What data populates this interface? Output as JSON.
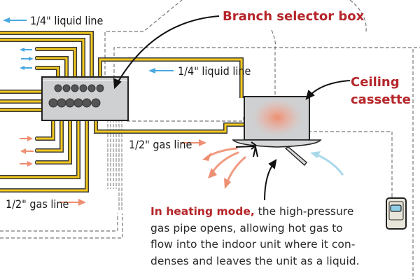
{
  "labels": {
    "top_liquid_line": "1/4\" liquid line",
    "mid_liquid_line": "1/4\" liquid line",
    "mid_gas_line": "1/2\" gas line",
    "bottom_gas_line": "1/2\" gas line",
    "branch_selector_box": "Branch selector box",
    "ceiling_cassette_line1": "Ceiling",
    "ceiling_cassette_line2": "cassette"
  },
  "description": {
    "highlight": "In heating mode,",
    "line1_rest": " the high-pressure",
    "line2": "gas pipe opens, allowing hot gas to",
    "line3": "flow into the indoor unit where it con-",
    "line4": "denses and leaves the unit as a liquid."
  },
  "colors": {
    "pipe_yellow": "#f2c81e",
    "pipe_outline": "#3a3a3a",
    "box_gray": "#cfd0d2",
    "label_red": "#b5262a",
    "cold_arrow_blue": "#4aa8e0",
    "hot_arrow_salmon": "#ef8f72",
    "return_air_blue": "#a8d8ea",
    "thermostat_screen": "#8fcde6"
  }
}
